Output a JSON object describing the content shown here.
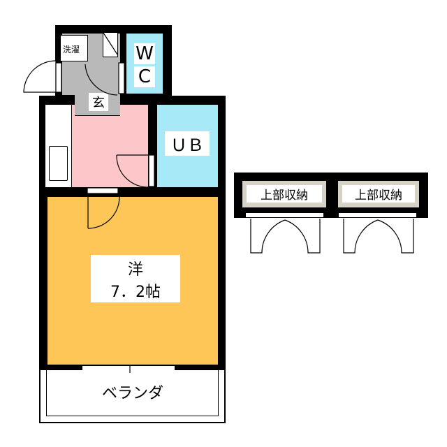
{
  "rooms": {
    "laundry": "洗濯",
    "wc_line1": "W",
    "wc_line2": "C",
    "entrance": "玄",
    "bath": "ＵＢ",
    "western_room": "洋",
    "western_size": "7．2帖",
    "balcony": "ベランダ",
    "storage_left": "上部収納",
    "storage_right": "上部収納"
  },
  "colors": {
    "wall": "#000000",
    "wet_area": "#a8e9f7",
    "kitchen": "#fdc7ca",
    "entrance": "#b9b9b9",
    "western_room": "#fdc656",
    "storage": "#d6d3c6"
  }
}
